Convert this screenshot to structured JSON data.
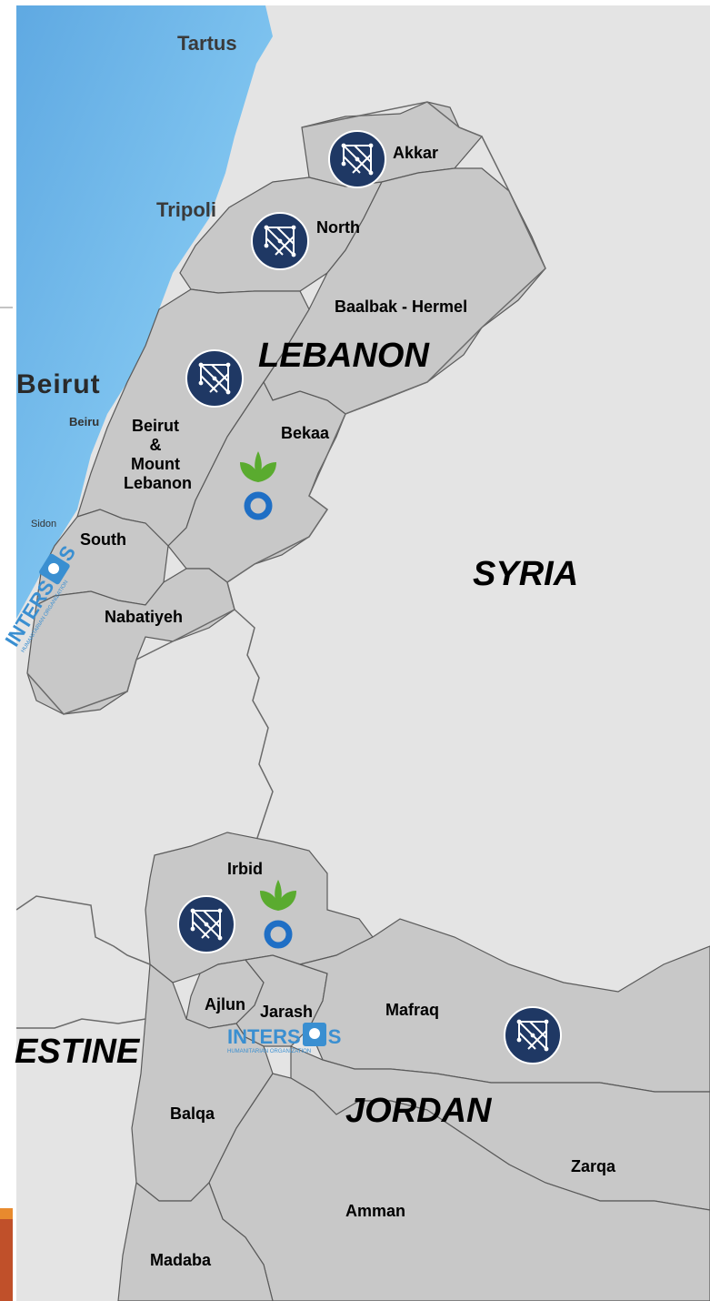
{
  "labels": {
    "cities": {
      "tartus": "Tartus",
      "tripoli": "Tripoli",
      "beirut": "Beirut",
      "beiru_small": "Beiru",
      "sidon": "Sidon"
    },
    "countries": {
      "lebanon": "LEBANON",
      "syria": "SYRIA",
      "jordan": "JORDAN",
      "palestine": "ESTINE"
    },
    "lebanon_regions": {
      "akkar": "Akkar",
      "north": "North",
      "baalbak": "Baalbak - Hermel",
      "bekaa": "Bekaa",
      "beirut_mount_line1": "Beirut",
      "beirut_mount_line2": "&",
      "beirut_mount_line3": "Mount",
      "beirut_mount_line4": "Lebanon",
      "south": "South",
      "nabatiyeh": "Nabatiyeh"
    },
    "jordan_regions": {
      "irbid": "Irbid",
      "ajlun": "Ajlun",
      "jarash": "Jarash",
      "mafraq": "Mafraq",
      "balqa": "Balqa",
      "zarqa": "Zarqa",
      "amman": "Amman",
      "madaba": "Madaba"
    }
  },
  "logos": {
    "intersos_text": "INTERS",
    "intersos_suffix": "S",
    "intersos_tagline": "HUMANITARIAN ORGANIZATION"
  },
  "colors": {
    "sea": "#7ec3ef",
    "sea_deep": "#4f9fd8",
    "land_neutral": "#e4e4e4",
    "region_fill": "#c8c8c8",
    "region_border": "#5a5a5a",
    "un_badge": "#1f3864",
    "leaf_green": "#5aab2f",
    "ring_blue": "#1f6fc5",
    "intersos_blue": "#3a8fd1",
    "slide_accent": "#c0502a"
  }
}
